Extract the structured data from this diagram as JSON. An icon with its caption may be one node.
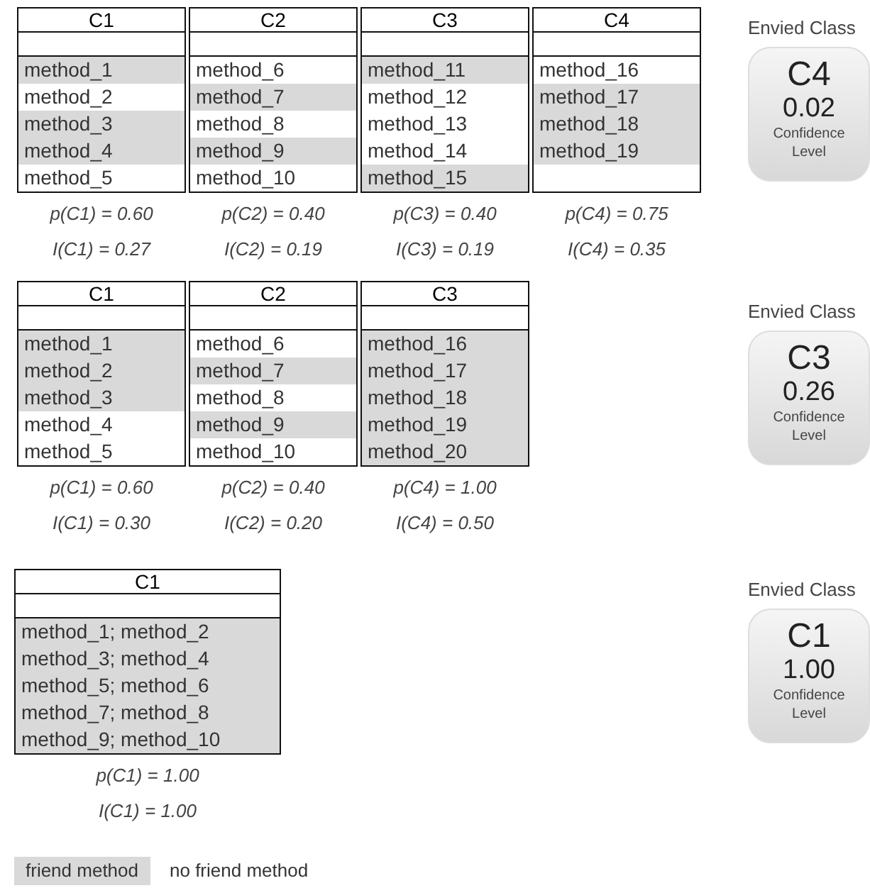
{
  "diagram": {
    "nodes": [
      {
        "text": [
          "C1"
        ],
        "beside": [
          "p(C1) = 0.60",
          "I(C1) = 0.27"
        ]
      },
      {
        "text": [],
        "shape": "bar",
        "in": 0
      },
      {
        "text": [
          "method_1"
        ],
        "in": 1
      },
      {
        "text": [
          "method_2"
        ],
        "in": 0
      },
      {
        "text": [],
        "shape": "bar",
        "in": 0
      },
      {
        "text": [
          "method_3"
        ],
        "in": 4
      },
      {
        "text": [
          "method_4"
        ],
        "in": 4
      },
      {
        "text": [
          "method_5"
        ],
        "in": 0
      },
      {
        "text": [
          "C2"
        ],
        "beside": [
          "p(C2) = 0.40",
          "I(C2) = 0.19"
        ]
      },
      {
        "text": [
          "method_6"
        ],
        "in": 8
      },
      {
        "text": [],
        "shape": "bar",
        "in": 8
      },
      {
        "text": [
          "method_7"
        ],
        "in": 10
      },
      {
        "text": [
          "method_8"
        ],
        "in": 8
      },
      {
        "text": [],
        "shape": "bar",
        "in": 8
      },
      {
        "text": [
          "method_9"
        ],
        "in": 13
      },
      {
        "text": [
          "method_10"
        ],
        "in": 8
      },
      {
        "text": [
          "C3"
        ],
        "beside": [
          "p(C3) = 0.40",
          "I(C3) = 0.19"
        ]
      },
      {
        "text": [],
        "shape": "bar",
        "in": 16
      },
      {
        "text": [
          "method_11"
        ],
        "in": 17
      },
      {
        "text": [
          "method_12"
        ],
        "in": 16
      },
      {
        "text": [
          "method_13"
        ],
        "in": 16
      },
      {
        "text": [
          "method_14"
        ],
        "in": 16
      },
      {
        "text": [],
        "shape": "bar",
        "in": 16
      },
      {
        "text": [
          "method_15"
        ],
        "in": 22
      },
      {
        "text": [
          "C4"
        ],
        "beside": [
          "p(C4) = 0.75",
          "I(C4) = 0.35"
        ]
      },
      {
        "text": [
          "method_16"
        ],
        "in": 24
      },
      {
        "text": [],
        "shape": "bar",
        "in": 24
      },
      {
        "text": [
          "method_17"
        ],
        "in": 26
      },
      {
        "text": [
          "method_18"
        ],
        "in": 26
      },
      {
        "text": [
          "method_19"
        ],
        "in": 26
      },
      {
        "text": [
          "Envied Class",
          "C4",
          "0.02",
          "Confidence Level"
        ]
      },
      {
        "text": [
          "C1"
        ],
        "beside": [
          "p(C1) = 0.60",
          "I(C1) = 0.30"
        ]
      },
      {
        "text": [],
        "shape": "bar",
        "in": 31
      },
      {
        "text": [
          "method_1"
        ],
        "in": 32
      },
      {
        "text": [
          "method_2"
        ],
        "in": 32
      },
      {
        "text": [
          "method_3"
        ],
        "in": 32
      },
      {
        "text": [
          "method_4"
        ],
        "in": 31
      },
      {
        "text": [
          "method_5"
        ],
        "in": 31
      },
      {
        "text": [
          "C2"
        ],
        "beside": [
          "p(C2) = 0.40",
          "I(C2) = 0.20"
        ]
      },
      {
        "text": [
          "method_6"
        ],
        "in": 38
      },
      {
        "text": [],
        "shape": "bar",
        "in": 38
      },
      {
        "text": [
          "method_7"
        ],
        "in": 40
      },
      {
        "text": [
          "method_8"
        ],
        "in": 38
      },
      {
        "text": [],
        "shape": "bar",
        "in": 38
      },
      {
        "text": [
          "method_9"
        ],
        "in": 43
      },
      {
        "text": [
          "method_10"
        ],
        "in": 38
      },
      {
        "text": [
          "C3"
        ],
        "beside": [
          "p(C4) = 1.00",
          "I(C4) = 0.50"
        ]
      },
      {
        "text": [],
        "shape": "bar",
        "in": 46
      },
      {
        "text": [
          "method_16"
        ],
        "in": 47
      },
      {
        "text": [
          "method_17"
        ],
        "in": 47
      },
      {
        "text": [
          "method_18"
        ],
        "in": 47
      },
      {
        "text": [
          "method_19"
        ],
        "in": 47
      },
      {
        "text": [
          "method_20"
        ],
        "in": 47
      },
      {
        "text": [
          "Envied Class",
          "C3",
          "0.26",
          "Confidence Level"
        ]
      },
      {
        "text": [
          "C1"
        ],
        "beside": [
          "p(C1) = 1.00",
          "I(C1) = 1.00"
        ]
      },
      {
        "text": [],
        "shape": "bar",
        "in": 54
      },
      {
        "text": [
          "method_1; method_2"
        ],
        "in": 55
      },
      {
        "text": [
          "method_3; method_4"
        ],
        "in": 55
      },
      {
        "text": [
          "method_5; method_6"
        ],
        "in": 55
      },
      {
        "text": [
          "method_7; method_8"
        ],
        "in": 55
      },
      {
        "text": [
          "method_9; method_10"
        ],
        "in": 55
      },
      {
        "text": [
          "Envied Class",
          "C1",
          "1.00",
          "Confidence Level"
        ]
      }
    ],
    "legend": [
      {
        "text": "friend method",
        "color": "#d9d9d9"
      },
      {
        "text": "no friend method",
        "color": "#ffffff"
      }
    ]
  }
}
